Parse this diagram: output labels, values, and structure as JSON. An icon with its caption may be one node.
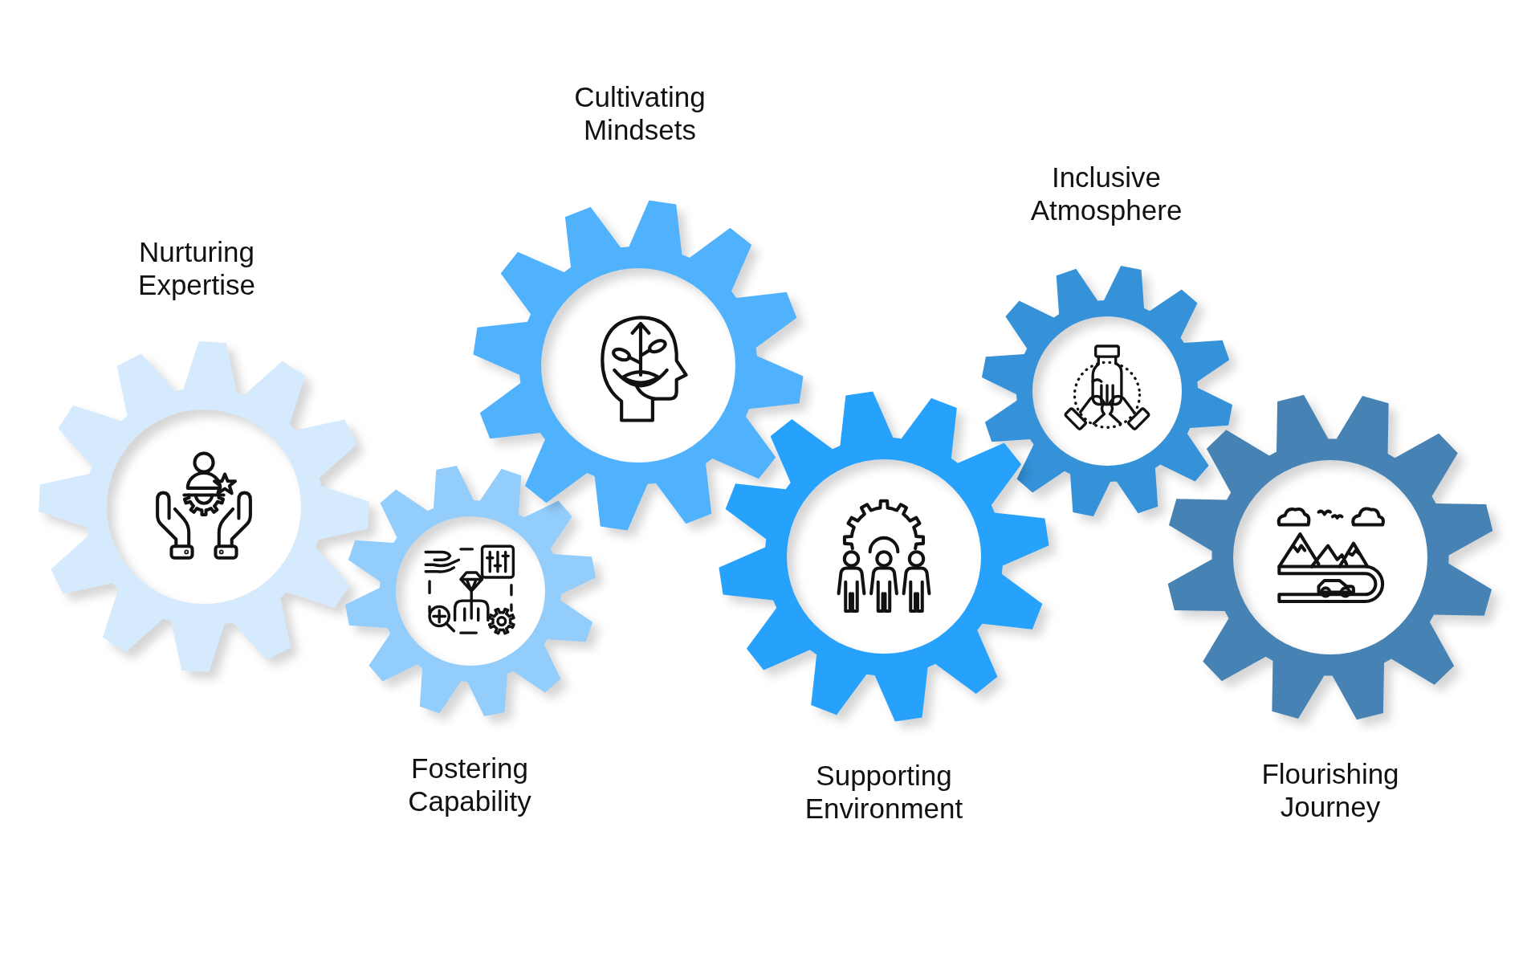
{
  "diagram": {
    "nodes": [
      {
        "text": [
          "Nurturing Expertise"
        ]
      },
      {
        "text": [
          "Fostering Capability"
        ]
      },
      {
        "text": [
          "Cultivating Mindsets"
        ]
      },
      {
        "text": [
          "Supporting Environment"
        ]
      },
      {
        "text": [
          "Inclusive Atmosphere"
        ]
      },
      {
        "text": [
          "Flourishing Journey"
        ]
      }
    ]
  }
}
